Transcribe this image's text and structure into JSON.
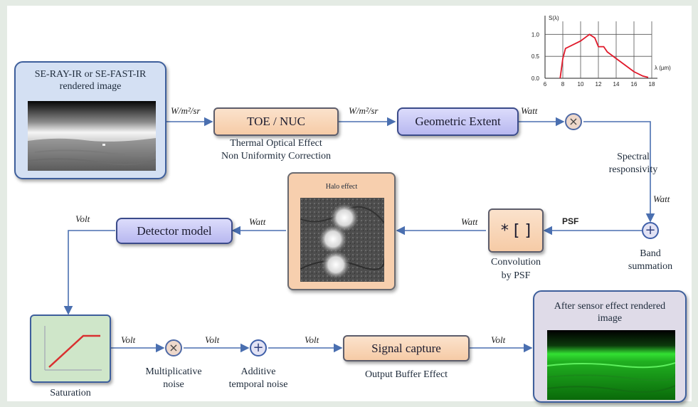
{
  "panels": {
    "input": {
      "title": "SE-RAY-IR or SE-FAST-IR rendered image"
    },
    "halo": {
      "title": "Halo effect"
    },
    "output": {
      "title": "After sensor effect rendered image"
    }
  },
  "blocks": {
    "toe_nuc": "TOE / NUC",
    "geometric": "Geometric Extent",
    "convolution": "* [ ]",
    "detector": "Detector model",
    "signal": "Signal capture"
  },
  "captions": {
    "toe_line1": "Thermal Optical Effect",
    "toe_line2": "Non Uniformity  Correction",
    "spectral_line1": "Spectral",
    "spectral_line2": "responsivity",
    "band_line1": "Band",
    "band_line2": "summation",
    "conv_line1": "Convolution",
    "conv_line2": "by PSF",
    "saturation": "Saturation",
    "mult_line1": "Multiplicative",
    "mult_line2": "noise",
    "add_line1": "Additive",
    "add_line2": "temporal noise",
    "output_buffer": "Output Buffer Effect"
  },
  "units": {
    "radiance1": "W/m²/sr",
    "radiance2": "W/m²/sr",
    "watt1": "Watt",
    "watt2": "Watt",
    "watt3": "Watt",
    "watt4": "Watt",
    "psf": "PSF",
    "volt1": "Volt",
    "volt2": "Volt",
    "volt3": "Volt",
    "volt4": "Volt",
    "volt5": "Volt"
  },
  "operators": {
    "times": "×",
    "plus": "+"
  },
  "chart_data": {
    "type": "line",
    "title": "",
    "ylabel": "S(λ)",
    "xlabel": "λ (µm)",
    "x_ticks": [
      "6",
      "8",
      "10",
      "12",
      "14",
      "16",
      "18"
    ],
    "y_ticks": [
      "0.0",
      "0.5",
      "1.0"
    ],
    "xlim": [
      6,
      18
    ],
    "ylim": [
      0,
      1.2
    ],
    "grid": true,
    "series": [
      {
        "x": [
          7.7,
          8.0,
          8.3,
          10.0,
          11.0,
          11.6,
          12.0,
          12.6,
          13.0,
          14.0,
          15.0,
          16.0,
          17.0,
          17.6
        ],
        "y": [
          0.0,
          0.45,
          0.68,
          0.85,
          1.0,
          0.92,
          0.72,
          0.72,
          0.6,
          0.45,
          0.3,
          0.15,
          0.05,
          0.02
        ]
      }
    ]
  }
}
